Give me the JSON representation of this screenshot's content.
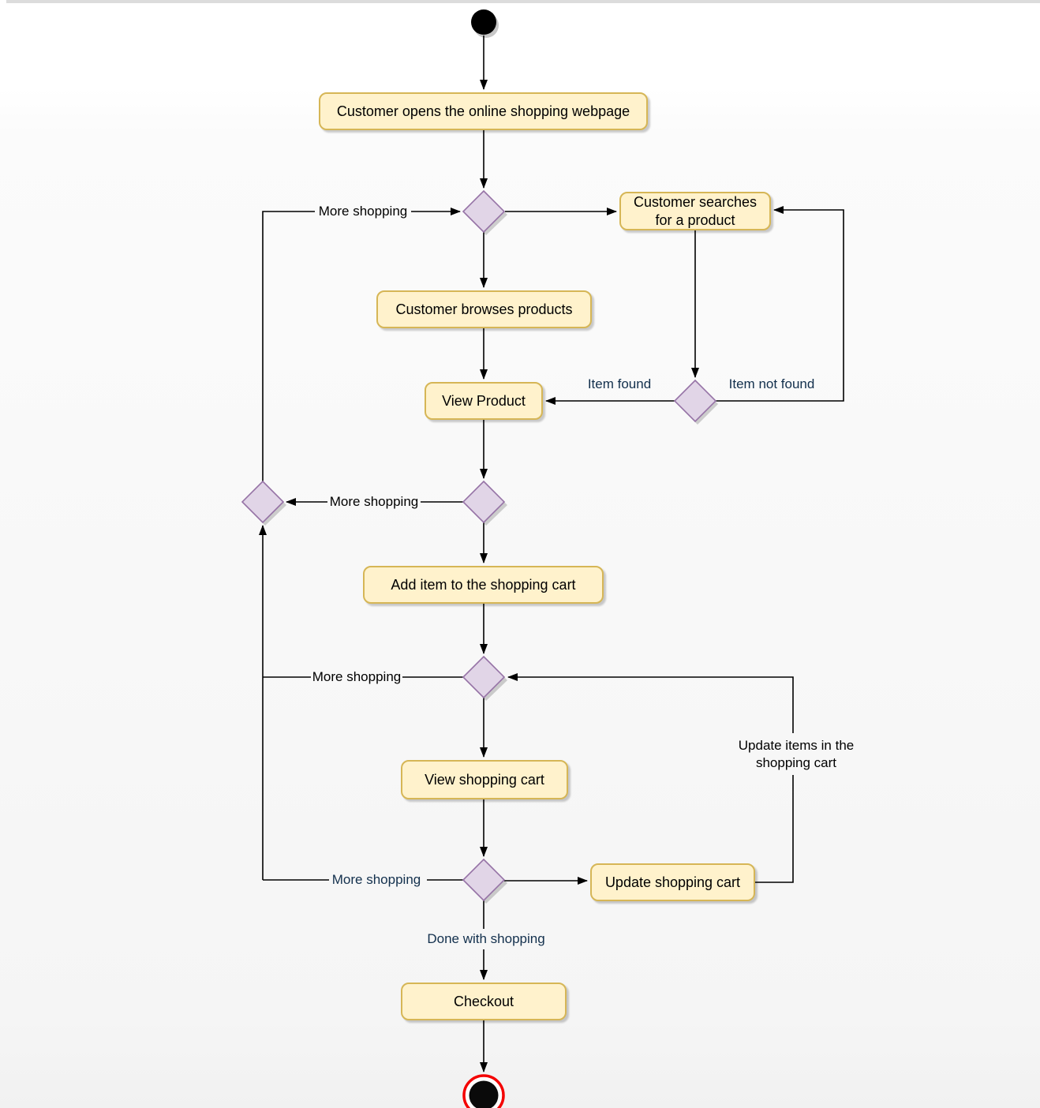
{
  "diagram": {
    "type": "uml-activity-flowchart",
    "nodes": {
      "open_webpage": {
        "label": "Customer opens the online shopping webpage"
      },
      "search_product": {
        "label": "Customer searches for a product"
      },
      "browse_products": {
        "label": "Customer browses products"
      },
      "view_product": {
        "label": "View Product"
      },
      "add_item": {
        "label": "Add item to the shopping cart"
      },
      "view_cart": {
        "label": "View shopping cart"
      },
      "update_cart": {
        "label": "Update shopping cart"
      },
      "checkout": {
        "label": "Checkout"
      }
    },
    "edge_labels": {
      "more_shopping_top": "More shopping",
      "more_shopping_mid": "More shopping",
      "more_shopping_cart": "More shopping",
      "more_shopping_bottom": "More shopping",
      "item_found": "Item found",
      "item_not_found": "Item not found",
      "update_items": "Update items in the shopping cart",
      "done_with_shopping": "Done with shopping"
    }
  },
  "colors": {
    "node_fill": "#fff2cc",
    "node_border": "#d6b656",
    "decision_fill": "#e1d5e7",
    "decision_border": "#9673a6",
    "edge_color": "#000000",
    "label_dark": "#000000",
    "label_navy": "#13304d",
    "start_fill": "#000000",
    "end_ring": "#f40000",
    "end_fill": "#0a0a0a",
    "page_top_bar": "#dcdcdc"
  }
}
